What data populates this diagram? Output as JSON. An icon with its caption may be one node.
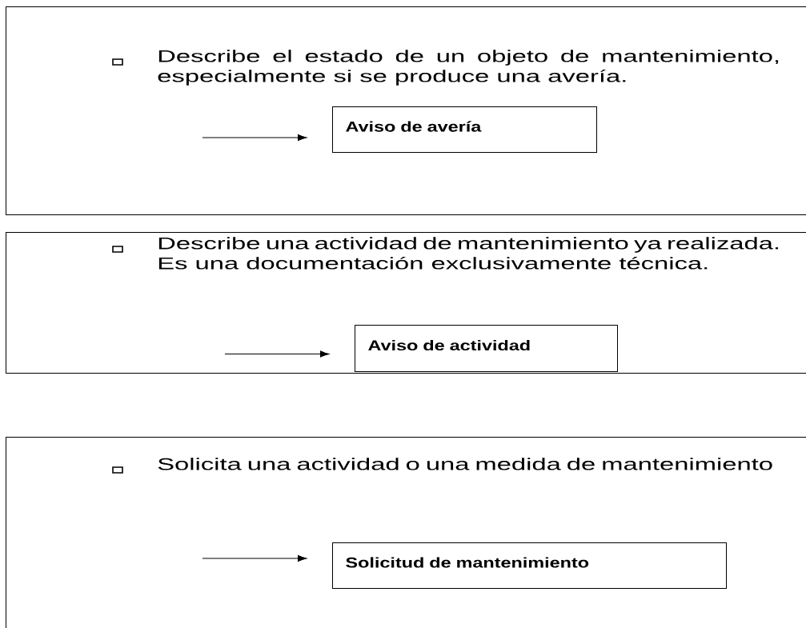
{
  "diagram": {
    "nodes": [
      {
        "text": [
          "Describe  el estado de un objeto de mantenimiento, especialmente si se produce una avería."
        ]
      },
      {
        "text": [
          "Aviso de avería"
        ],
        "in": 0
      },
      {
        "text": [
          "Describe una actividad de mantenimiento ya realizada.",
          "Es una documentación exclusivamente técnica."
        ]
      },
      {
        "text": [
          "Aviso de actividad"
        ],
        "in": 2
      },
      {
        "text": [
          "Solicita una actividad o una medida de mantenimiento"
        ]
      },
      {
        "text": [
          "Solicitud de mantenimiento"
        ],
        "in": 4
      }
    ],
    "edges": [
      {
        "from": null,
        "to": 1,
        "arrow": "to"
      },
      {
        "from": null,
        "to": 3,
        "arrow": "to"
      },
      {
        "from": null,
        "to": 5,
        "arrow": "to"
      }
    ]
  }
}
